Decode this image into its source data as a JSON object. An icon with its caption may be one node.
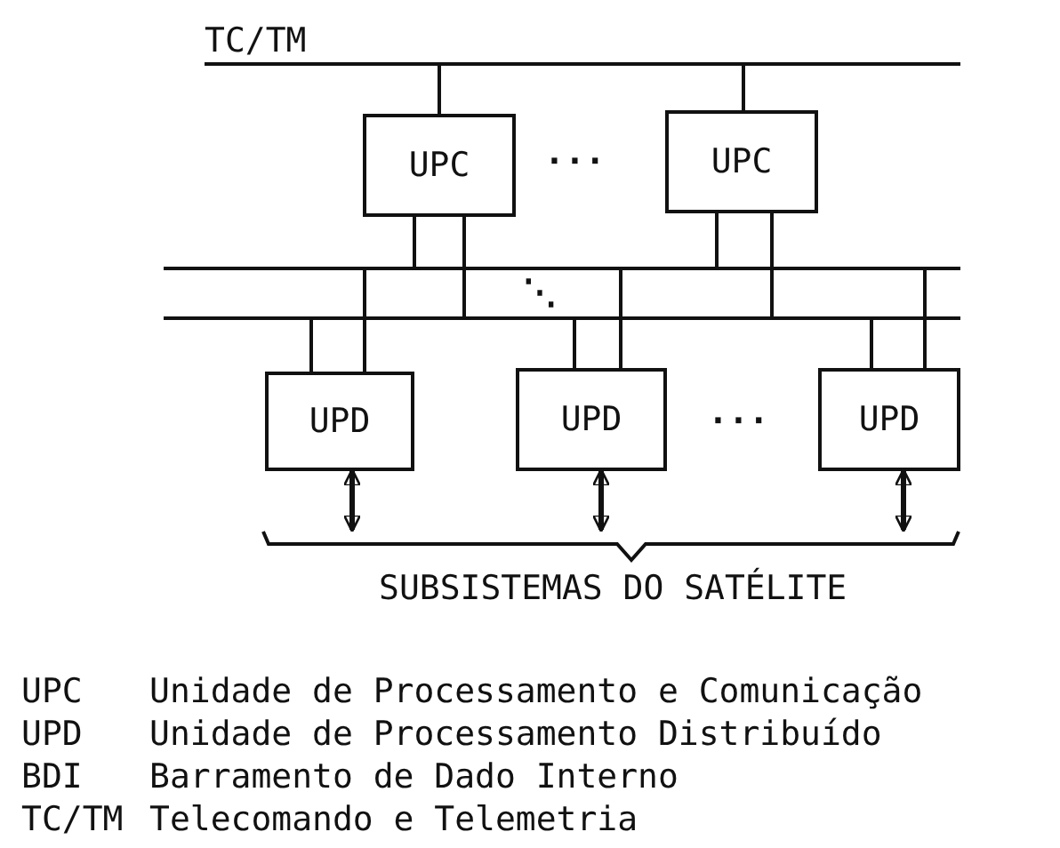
{
  "diagram": {
    "nodes": [
      {
        "text": [
          "TC/TM"
        ]
      },
      {
        "text": [],
        "shape": "bar"
      },
      {
        "text": [],
        "shape": "bar"
      },
      {
        "text": [
          "UPC"
        ]
      },
      {
        "text": [
          "UPC"
        ]
      },
      {
        "text": [
          "UPD"
        ]
      },
      {
        "text": [
          "UPD"
        ]
      },
      {
        "text": [
          "UPD"
        ]
      },
      {
        "text": [
          "SUBSISTEMAS DO SATÉLITE"
        ]
      }
    ],
    "edges": [
      {
        "from": 0,
        "to": 3,
        "arrow": "none"
      },
      {
        "from": 0,
        "to": 4,
        "arrow": "none"
      },
      {
        "from": 3,
        "to": 1,
        "arrow": "none"
      },
      {
        "from": 3,
        "to": 2,
        "arrow": "none"
      },
      {
        "from": 4,
        "to": 1,
        "arrow": "none"
      },
      {
        "from": 4,
        "to": 2,
        "arrow": "none"
      },
      {
        "from": 2,
        "to": 5,
        "arrow": "none"
      },
      {
        "from": 1,
        "to": 5,
        "arrow": "none"
      },
      {
        "from": 2,
        "to": 6,
        "arrow": "none"
      },
      {
        "from": 1,
        "to": 6,
        "arrow": "none"
      },
      {
        "from": 2,
        "to": 7,
        "arrow": "none"
      },
      {
        "from": 1,
        "to": 7,
        "arrow": "none"
      },
      {
        "from": 5,
        "to": 8,
        "arrow": "both"
      },
      {
        "from": 6,
        "to": 8,
        "arrow": "both"
      },
      {
        "from": 7,
        "to": 8,
        "arrow": "both"
      }
    ],
    "labels": [
      "···",
      "⋱",
      "···",
      "UPC",
      "Unidade de Processamento e Comunicação",
      "UPD",
      "Unidade de Processamento Distribuído",
      "BDI",
      "Barramento de Dado Interno",
      "TC/TM",
      "Telecomando e Telemetria"
    ]
  }
}
